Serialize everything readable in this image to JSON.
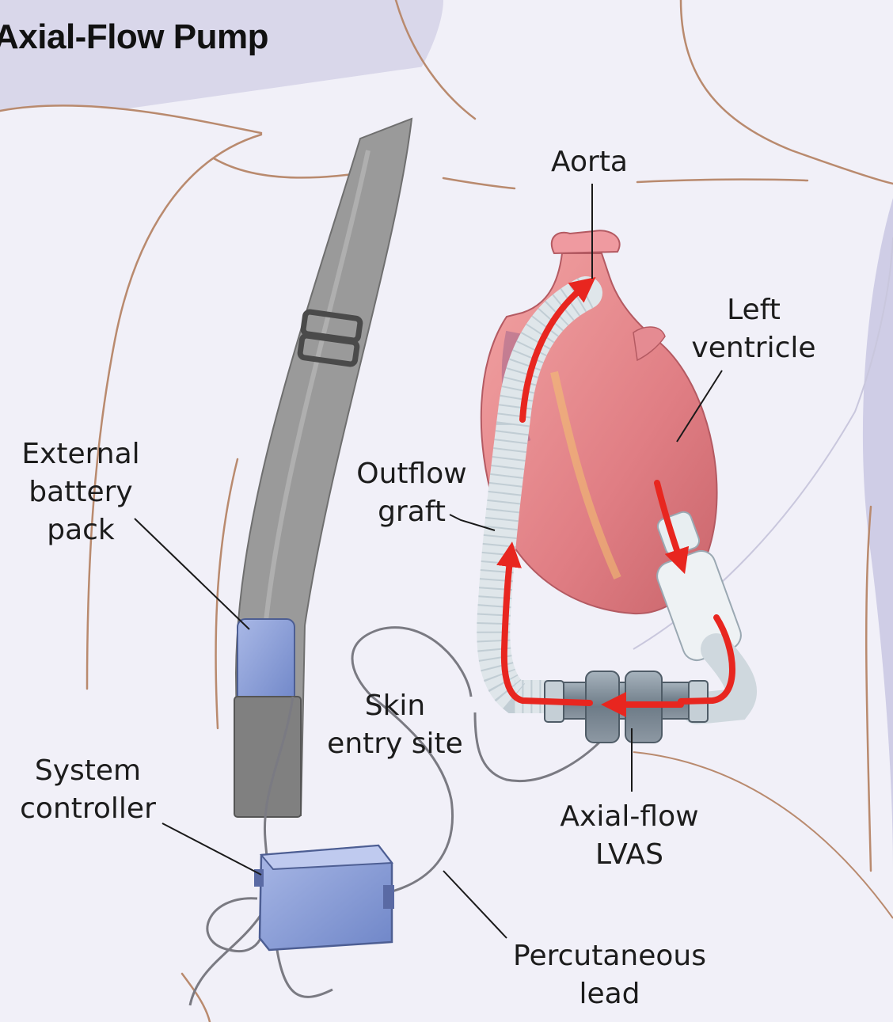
{
  "title": "Axial-Flow Pump",
  "labels": {
    "aorta": [
      "Aorta"
    ],
    "left_ventricle": [
      "Left",
      "ventricle"
    ],
    "external_battery_pack": [
      "External",
      "battery",
      "pack"
    ],
    "outflow_graft": [
      "Outflow",
      "graft"
    ],
    "skin_entry_site": [
      "Skin",
      "entry site"
    ],
    "system_controller": [
      "System",
      "controller"
    ],
    "axial_flow_lvas": [
      "Axial-flow",
      "LVAS"
    ],
    "percutaneous_lead": [
      "Percutaneous",
      "lead"
    ]
  },
  "colors": {
    "background": "#d9d7ea",
    "body": "#f1f0f8",
    "body_outline": "#b98a6e",
    "heart": "#e07e84",
    "blood_flow_arrow": "#e8261f",
    "device": "#8aa0d6",
    "strap": "#9a9a9a",
    "pump": "#7e8c98",
    "graft": "#dfe6ea"
  }
}
